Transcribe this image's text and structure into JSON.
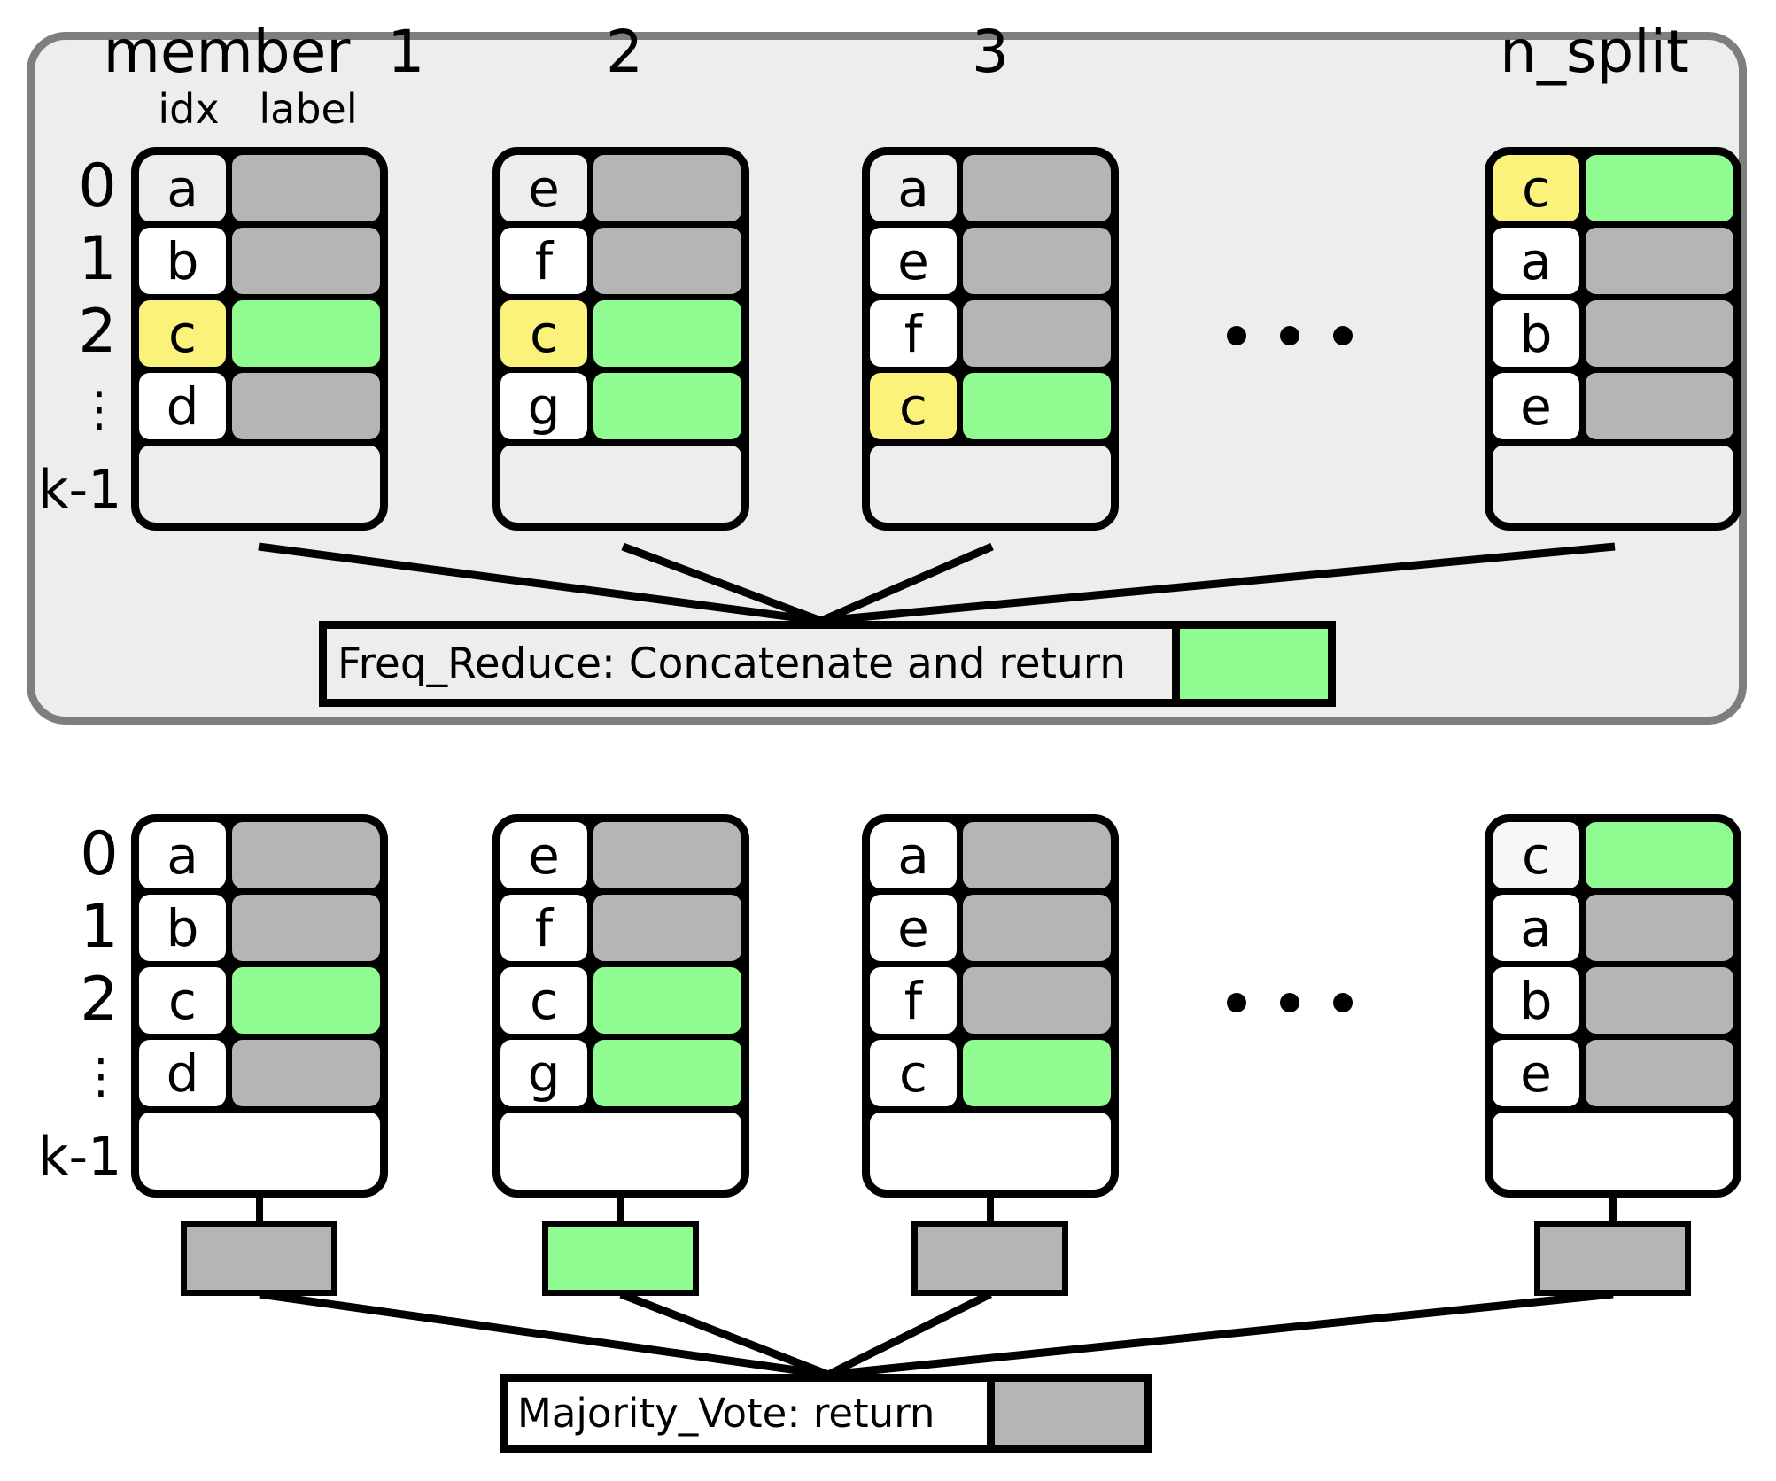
{
  "colors": {
    "panel_bg": "#ededed",
    "panel_border": "#7e7e7e",
    "cell_gray": "#b5b5b5",
    "cell_green": "#90fb90",
    "cell_yellow": "#fbf27c",
    "cell_faint": "#f7f7f7",
    "line": "#000000"
  },
  "header": {
    "member": "member  1",
    "t2": "2",
    "t3": "3",
    "t4": "n_split",
    "idx": "idx",
    "label": "label"
  },
  "row_labels": [
    "0",
    "1",
    "2",
    "⋮",
    "k-1"
  ],
  "top_panel": {
    "tables": [
      {
        "name": "member-1",
        "rows": [
          {
            "idx": "a",
            "idx_bg": "panel",
            "label_bg": "gray"
          },
          {
            "idx": "b",
            "idx_bg": "white",
            "label_bg": "gray"
          },
          {
            "idx": "c",
            "idx_bg": "yellow",
            "label_bg": "green"
          },
          {
            "idx": "d",
            "idx_bg": "white",
            "label_bg": "gray"
          },
          {
            "merged": true,
            "bg": "panel"
          }
        ]
      },
      {
        "name": "member-2",
        "rows": [
          {
            "idx": "e",
            "idx_bg": "panel",
            "label_bg": "gray"
          },
          {
            "idx": "f",
            "idx_bg": "white",
            "label_bg": "gray"
          },
          {
            "idx": "c",
            "idx_bg": "yellow",
            "label_bg": "green"
          },
          {
            "idx": "g",
            "idx_bg": "white",
            "label_bg": "green"
          },
          {
            "merged": true,
            "bg": "panel"
          }
        ]
      },
      {
        "name": "member-3",
        "rows": [
          {
            "idx": "a",
            "idx_bg": "panel",
            "label_bg": "gray"
          },
          {
            "idx": "e",
            "idx_bg": "white",
            "label_bg": "gray"
          },
          {
            "idx": "f",
            "idx_bg": "white",
            "label_bg": "gray"
          },
          {
            "idx": "c",
            "idx_bg": "yellow",
            "label_bg": "green"
          },
          {
            "merged": true,
            "bg": "panel"
          }
        ]
      },
      {
        "name": "member-n-split",
        "rows": [
          {
            "idx": "c",
            "idx_bg": "yellow",
            "label_bg": "green"
          },
          {
            "idx": "a",
            "idx_bg": "white",
            "label_bg": "gray"
          },
          {
            "idx": "b",
            "idx_bg": "white",
            "label_bg": "gray"
          },
          {
            "idx": "e",
            "idx_bg": "white",
            "label_bg": "gray"
          },
          {
            "merged": true,
            "bg": "panel"
          }
        ]
      }
    ],
    "reduce_box": {
      "text": "Freq_Reduce: Concatenate and return",
      "result": "green"
    }
  },
  "bottom_panel": {
    "tables": [
      {
        "name": "member-1",
        "rows": [
          {
            "idx": "a",
            "idx_bg": "white",
            "label_bg": "gray"
          },
          {
            "idx": "b",
            "idx_bg": "white",
            "label_bg": "gray"
          },
          {
            "idx": "c",
            "idx_bg": "white",
            "label_bg": "green"
          },
          {
            "idx": "d",
            "idx_bg": "white",
            "label_bg": "gray"
          },
          {
            "merged": true,
            "bg": "white"
          }
        ]
      },
      {
        "name": "member-2",
        "rows": [
          {
            "idx": "e",
            "idx_bg": "white",
            "label_bg": "gray"
          },
          {
            "idx": "f",
            "idx_bg": "white",
            "label_bg": "gray"
          },
          {
            "idx": "c",
            "idx_bg": "white",
            "label_bg": "green"
          },
          {
            "idx": "g",
            "idx_bg": "white",
            "label_bg": "green"
          },
          {
            "merged": true,
            "bg": "white"
          }
        ]
      },
      {
        "name": "member-3",
        "rows": [
          {
            "idx": "a",
            "idx_bg": "white",
            "label_bg": "gray"
          },
          {
            "idx": "e",
            "idx_bg": "white",
            "label_bg": "gray"
          },
          {
            "idx": "f",
            "idx_bg": "white",
            "label_bg": "gray"
          },
          {
            "idx": "c",
            "idx_bg": "white",
            "label_bg": "green"
          },
          {
            "merged": true,
            "bg": "white"
          }
        ]
      },
      {
        "name": "member-n-split",
        "rows": [
          {
            "idx": "c",
            "idx_bg": "faint",
            "label_bg": "green"
          },
          {
            "idx": "a",
            "idx_bg": "white",
            "label_bg": "gray"
          },
          {
            "idx": "b",
            "idx_bg": "white",
            "label_bg": "gray"
          },
          {
            "idx": "e",
            "idx_bg": "white",
            "label_bg": "gray"
          },
          {
            "merged": true,
            "bg": "white"
          }
        ]
      }
    ],
    "result_boxes": [
      "gray",
      "green",
      "gray",
      "gray"
    ],
    "vote_box": {
      "text": "Majority_Vote: return",
      "result": "gray"
    }
  },
  "icons": {
    "ellipsis": "•••"
  }
}
